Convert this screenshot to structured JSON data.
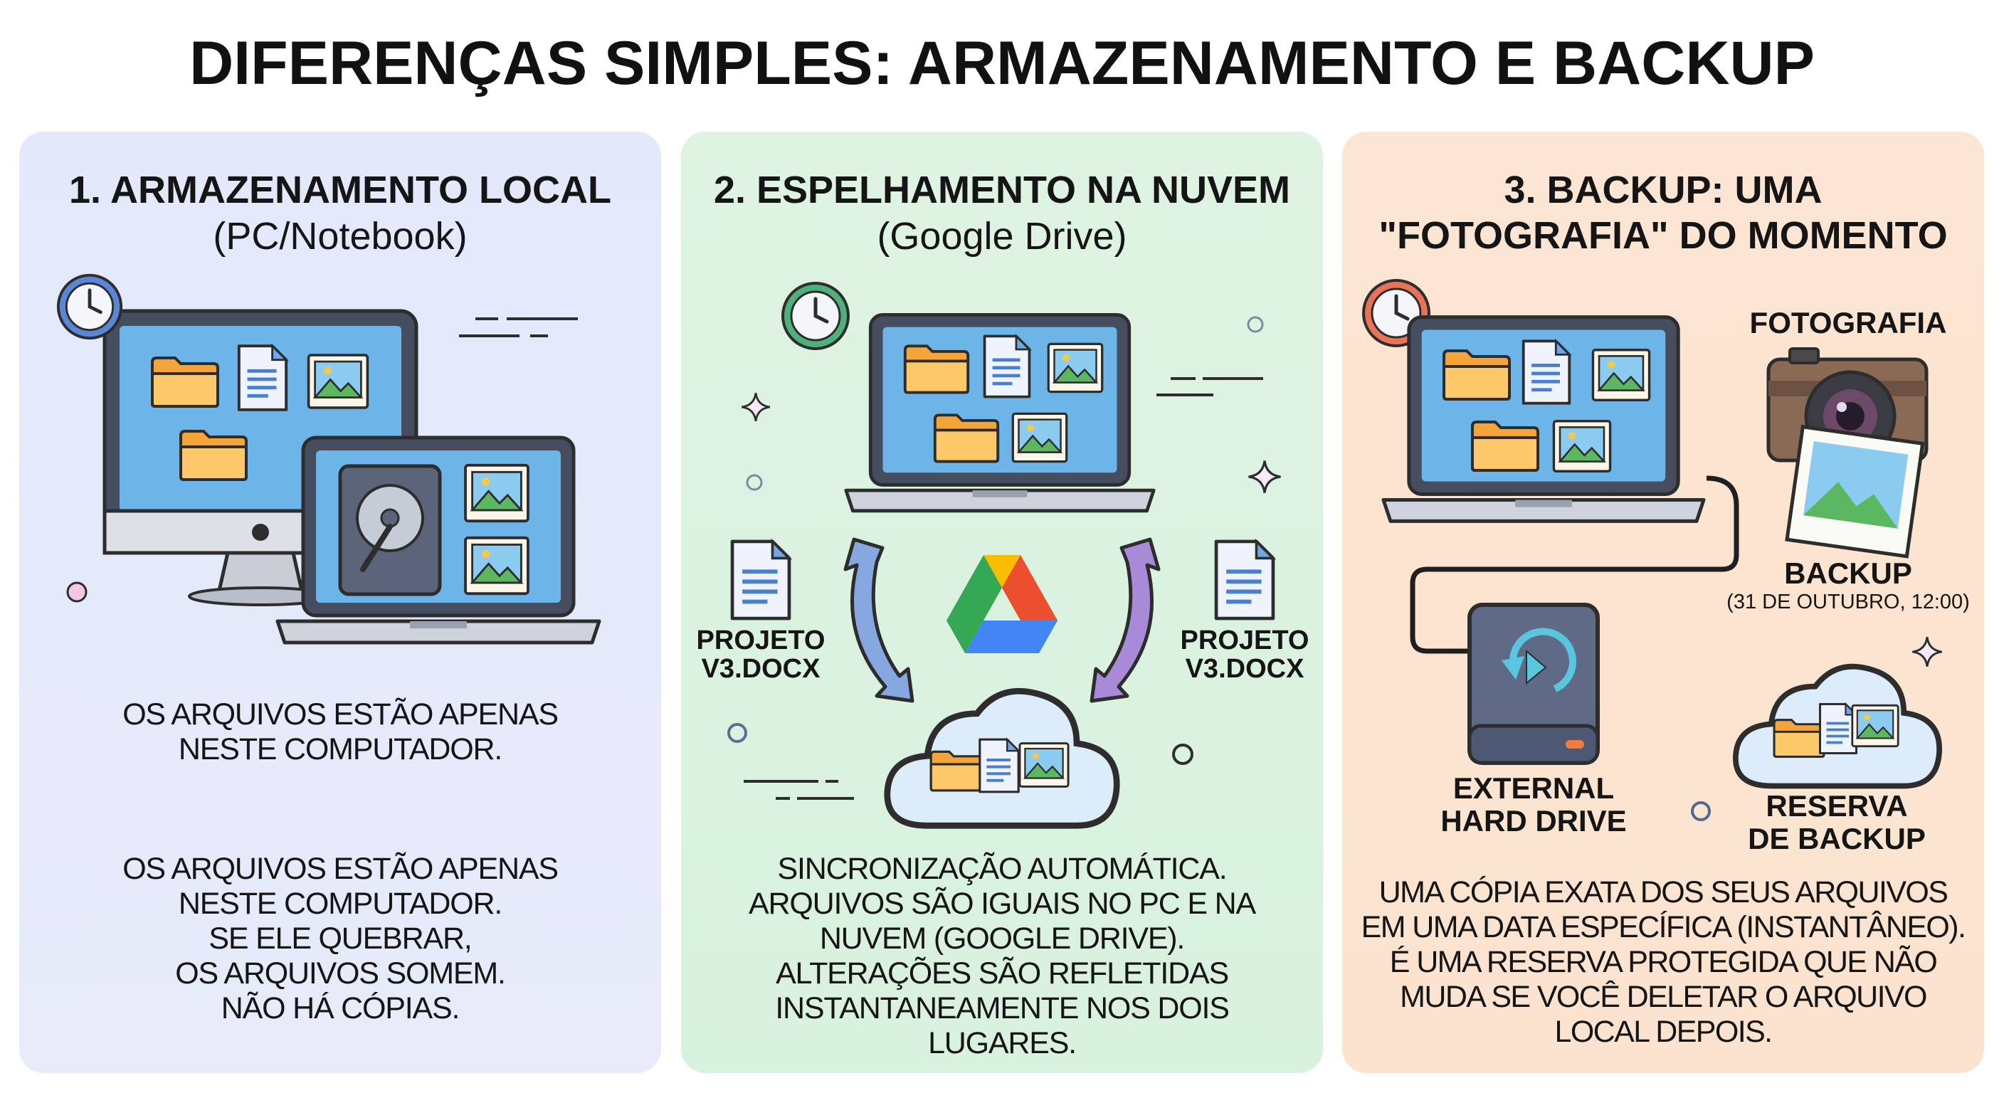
{
  "title": "DIFERENÇAS SIMPLES: ARMAZENAMENTO E BACKUP",
  "panels": [
    {
      "heading": "1. ARMAZENAMENTO LOCAL",
      "subheading": "(PC/Notebook)",
      "caption": [
        "OS ARQUIVOS ESTÃO APENAS",
        "NESTE COMPUTADOR."
      ],
      "body": [
        "OS ARQUIVOS ESTÃO APENAS",
        "NESTE COMPUTADOR.",
        "SE ELE QUEBRAR,",
        "OS ARQUIVOS SOMEM.",
        "NÃO HÁ CÓPIAS."
      ],
      "color": "#e5eafb"
    },
    {
      "heading": "2. ESPELHAMENTO NA NUVEM",
      "subheading": "(Google Drive)",
      "file_label_left": [
        "PROJETO",
        "V3.DOCX"
      ],
      "file_label_right": [
        "PROJETO",
        "V3.DOCX"
      ],
      "body": [
        "SINCRONIZAÇÃO AUTOMÁTICA.",
        "ARQUIVOS SÃO IGUAIS NO PC E NA",
        "NUVEM (GOOGLE DRIVE).",
        "ALTERAÇÕES SÃO REFLETIDAS",
        "INSTANTANEAMENTE NOS DOIS",
        "LUGARES."
      ],
      "color": "#dcf2e1"
    },
    {
      "heading": [
        "3. BACKUP: UMA",
        "\"FOTOGRAFIA\" DO MOMENTO"
      ],
      "photo_label": "FOTOGRAFIA",
      "backup_label": "BACKUP",
      "backup_date": "(31 DE OUTUBRO, 12:00)",
      "drive_label": [
        "EXTERNAL",
        "HARD DRIVE"
      ],
      "reserve_label": [
        "RESERVA",
        "DE BACKUP"
      ],
      "body": [
        "UMA CÓPIA EXATA DOS SEUS ARQUIVOS",
        "EM UMA DATA ESPECÍFICA (INSTANTÂNEO).",
        "É UMA RESERVA PROTEGIDA QUE NÃO",
        "MUDA SE VOCÊ DELETAR O ARQUIVO",
        "LOCAL DEPOIS."
      ],
      "color": "#fce4d0"
    }
  ],
  "icons": [
    "clock-icon",
    "folder-icon",
    "document-icon",
    "image-icon",
    "hard-disk-icon",
    "google-drive-icon",
    "sync-arrow-icon",
    "cloud-icon",
    "camera-icon",
    "photo-print-icon",
    "external-drive-icon",
    "sparkle-icon"
  ],
  "colors": {
    "drive_green": "#34a853",
    "drive_blue": "#4285f4",
    "drive_yellow": "#fbbc04",
    "drive_red": "#ea4335",
    "screen": "#6db4e8",
    "bezel": "#4a5263"
  }
}
